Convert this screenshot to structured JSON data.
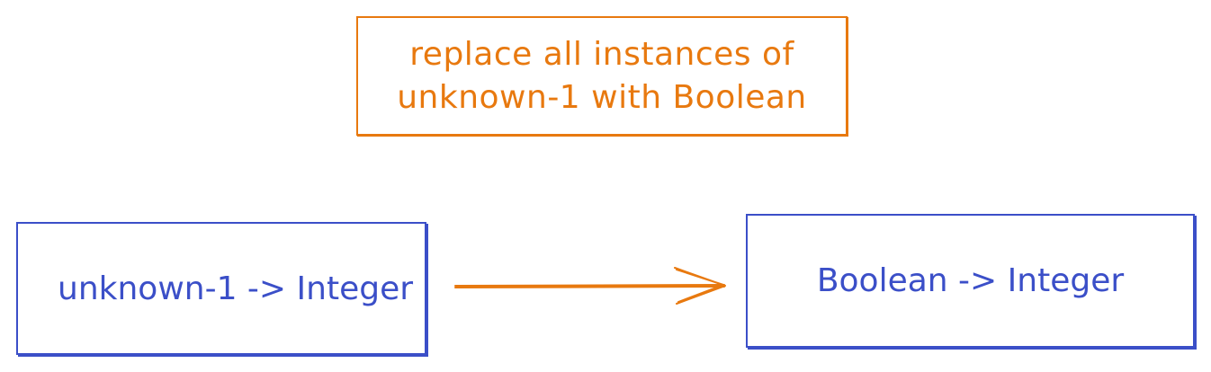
{
  "note": {
    "line1": "replace all instances of",
    "line2": "unknown-1 with Boolean"
  },
  "from_node": {
    "label": "unknown-1 -> Integer"
  },
  "to_node": {
    "label": "Boolean -> Integer"
  },
  "colors": {
    "note": "#e8790f",
    "nodes": "#3b4fc8"
  }
}
